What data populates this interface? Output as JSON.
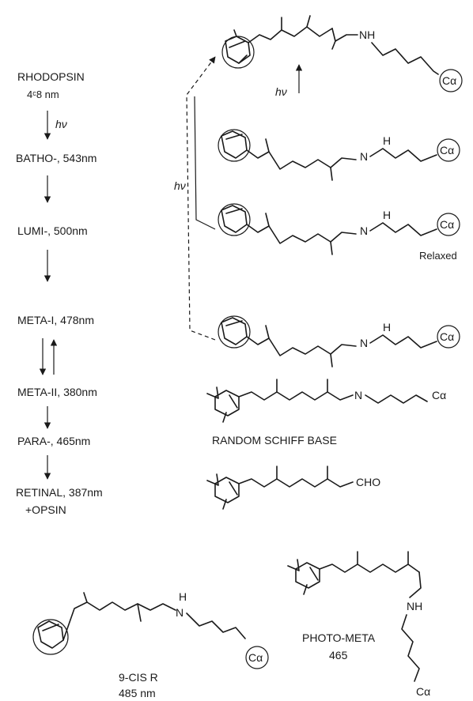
{
  "states": [
    {
      "name": "RHODOPSIN",
      "wavelength": "4ᶜ8 nm"
    },
    {
      "name": "BATHO-, 543nm"
    },
    {
      "name": "LUMI-, 500nm"
    },
    {
      "name": "META-I, 478nm"
    },
    {
      "name": "META-II, 380nm"
    },
    {
      "name": "PARA-, 465nm"
    },
    {
      "name": "RETINAL, 387nm",
      "sub": "+OPSIN"
    }
  ],
  "photon": "hν",
  "atoms": {
    "nh": "NH",
    "h": "H",
    "n": "N",
    "ca": "Cα",
    "cho": "CHO"
  },
  "notes": {
    "relaxed": "Relaxed",
    "random_schiff_base": "RANDOM SCHIFF BASE"
  },
  "isomers": {
    "nine_cis": {
      "name": "9-CIS R",
      "wavelength": "485 nm"
    },
    "photo_meta": {
      "name": "PHOTO-META",
      "wavelength": "465"
    }
  }
}
